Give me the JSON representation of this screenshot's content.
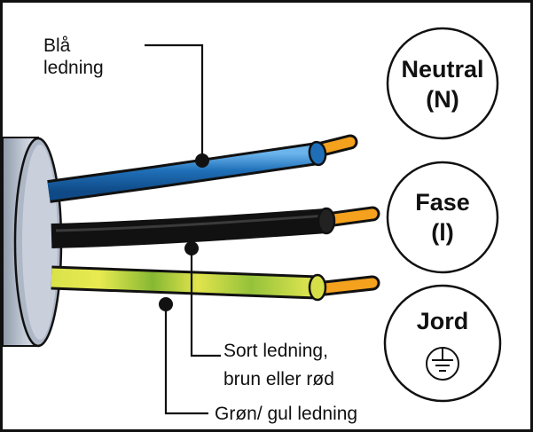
{
  "labels": {
    "blue_wire": [
      "Blå",
      "ledning"
    ],
    "black_wire": [
      "Sort ledning,",
      "brun eller rød"
    ],
    "green_yellow_wire": "Grøn/ gul ledning"
  },
  "circles": {
    "neutral": [
      "Neutral",
      "(N)"
    ],
    "phase": [
      "Fase",
      "(l)"
    ],
    "earth": "Jord"
  },
  "icons": {
    "earth_symbol": "earth-ground-symbol"
  },
  "colors": {
    "blue_wire": "#1f6fb8",
    "black_wire": "#141414",
    "green_yellow_wire": "#c7d63a",
    "copper_tip": "#f4a11d",
    "cable_jacket": "#b9c2d0"
  }
}
